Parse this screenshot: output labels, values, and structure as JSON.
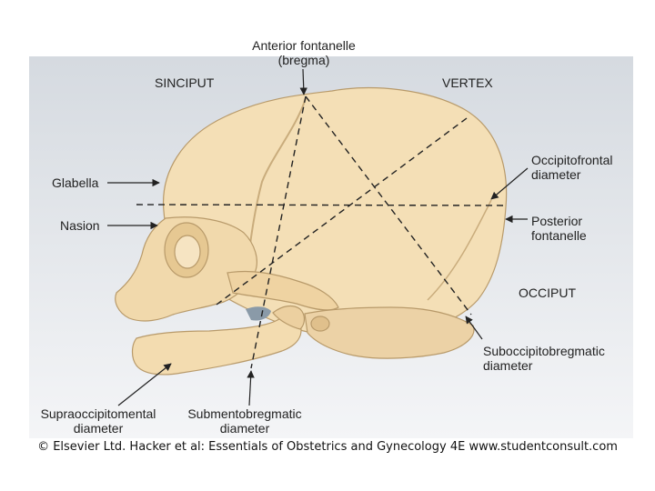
{
  "figure": {
    "regions": {
      "sinciput": "SINCIPUT",
      "vertex": "VERTEX",
      "occiput": "OCCIPUT"
    },
    "labels": {
      "anterior_fontanelle": [
        "Anterior fontanelle",
        "(bregma)"
      ],
      "glabella": "Glabella",
      "nasion": "Nasion",
      "occipitofrontal": [
        "Occipitofrontal",
        "diameter"
      ],
      "posterior_fontanelle": [
        "Posterior",
        "fontanelle"
      ],
      "suboccipitobregmatic": [
        "Suboccipitobregmatic",
        "diameter"
      ],
      "supraoccipitomental": [
        "Supraoccipitomental",
        "diameter"
      ],
      "submentobregmatic": [
        "Submentobregmatic",
        "diameter"
      ]
    },
    "colors": {
      "bone": "#f4dfb6",
      "bone_outline": "#b89a6a",
      "panel_top": "#d6dbe1",
      "panel_bottom": "#f3f4f6",
      "line": "#222222"
    }
  },
  "caption": "© Elsevier Ltd. Hacker et al: Essentials of Obstetrics and Gynecology 4E www.studentconsult.com"
}
